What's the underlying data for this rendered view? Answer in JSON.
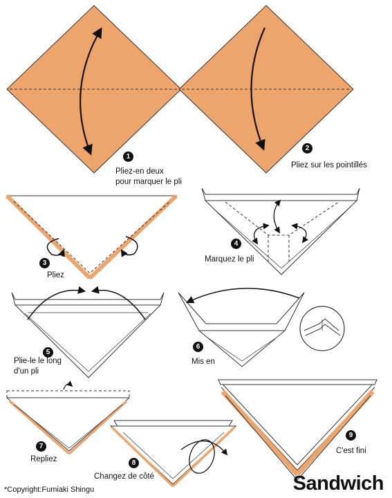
{
  "title": "Sandwich",
  "copyright": "*Copyright:Fumiaki Shingu",
  "colors": {
    "paper": "#EDA56C",
    "line": "#333333",
    "fill": "#ffffff"
  },
  "steps": [
    {
      "num": "1",
      "text_lines": [
        "Pliez-en deux",
        "pour marquer le pli"
      ]
    },
    {
      "num": "2",
      "text_lines": [
        "Pliez sur les pointillés"
      ]
    },
    {
      "num": "3",
      "text_lines": [
        "Pliez"
      ]
    },
    {
      "num": "4",
      "text_lines": [
        "Marquez le pli"
      ]
    },
    {
      "num": "5",
      "text_lines": [
        "Plie-le le long",
        "d'un pli"
      ]
    },
    {
      "num": "6",
      "text_lines": [
        "Mis en"
      ]
    },
    {
      "num": "7",
      "text_lines": [
        "Repliez"
      ]
    },
    {
      "num": "8",
      "text_lines": [
        "Changez de côté"
      ]
    },
    {
      "num": "9",
      "text_lines": [
        "C'est fini"
      ]
    }
  ]
}
